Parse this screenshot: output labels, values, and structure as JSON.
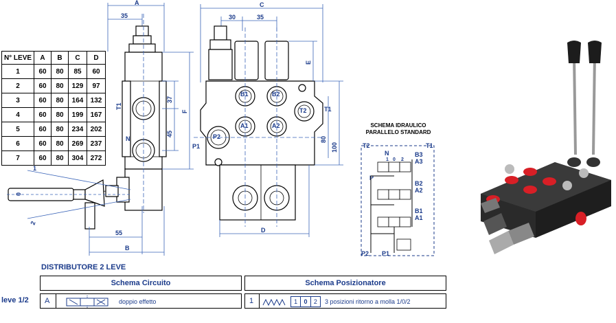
{
  "dimensions_table": {
    "headers": [
      "N° LEVE",
      "A",
      "B",
      "C",
      "D"
    ],
    "rows": [
      [
        "1",
        "60",
        "80",
        "85",
        "60"
      ],
      [
        "2",
        "60",
        "80",
        "129",
        "97"
      ],
      [
        "3",
        "60",
        "80",
        "164",
        "132"
      ],
      [
        "4",
        "60",
        "80",
        "199",
        "167"
      ],
      [
        "5",
        "60",
        "80",
        "234",
        "202"
      ],
      [
        "6",
        "60",
        "80",
        "269",
        "237"
      ],
      [
        "7",
        "60",
        "80",
        "304",
        "272"
      ]
    ]
  },
  "side_view": {
    "dim_a": "A",
    "dim_35": "35",
    "dim_37": "37",
    "dim_45": "45",
    "dim_55": "55",
    "dim_b": "B",
    "dim_f": "F",
    "port_t1": "T1",
    "port_n": "N",
    "lever_pos_1": "1",
    "lever_pos_0": "0",
    "lever_pos_2": "2"
  },
  "front_view": {
    "dim_c": "C",
    "dim_30": "30",
    "dim_35": "35",
    "dim_e": "E",
    "dim_80": "80",
    "dim_100": "100",
    "dim_d": "D",
    "port_p1": "P1",
    "port_t1": "T1",
    "ports": [
      "B1",
      "B2",
      "T2",
      "A1",
      "A2",
      "P2"
    ]
  },
  "hydraulic_scheme": {
    "title_line1": "SCHEMA IDRAULICO",
    "title_line2": "PARALLELO STANDARD",
    "labels": [
      "T2",
      "T1",
      "N",
      "B3",
      "A3",
      "P",
      "B2",
      "A2",
      "B1",
      "A1",
      "P2",
      "P1"
    ],
    "nums": [
      "1",
      "0",
      "2"
    ]
  },
  "distributor": {
    "title": "DISTRIBUTORE 2 LEVE",
    "circuit_header": "Schema Circuito",
    "positioner_header": "Schema Posizionatore",
    "row_label": "leve 1/2",
    "circuit_code": "A",
    "circuit_desc": "doppio effetto",
    "positioner_code": "1",
    "positioner_pos": [
      "1",
      "0",
      "2"
    ],
    "positioner_desc": "3 posizioni ritorno a molla 1/0/2"
  },
  "colors": {
    "drawing_blue": "#1a3a8a",
    "port_red": "#d81f26",
    "body_dark": "#2a2a2a"
  }
}
